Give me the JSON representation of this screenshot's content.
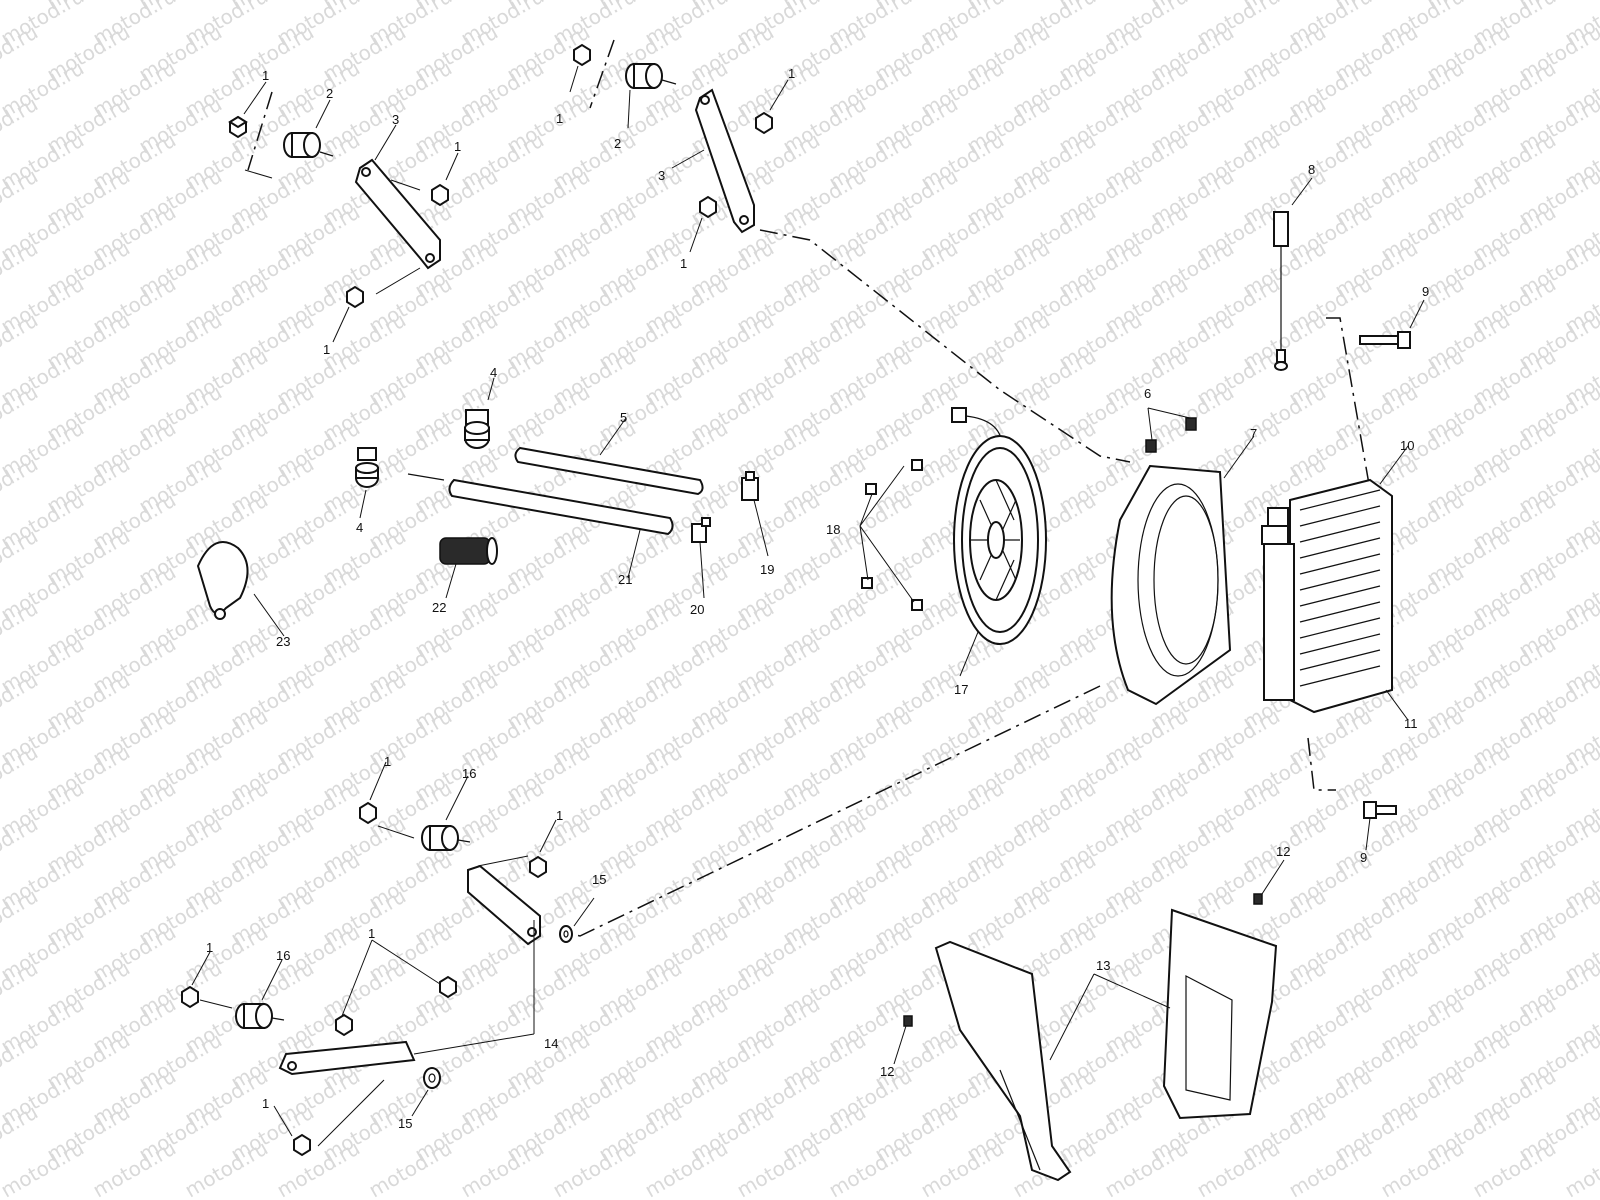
{
  "watermark": "motod.ru",
  "colors": {
    "ink": "#111111",
    "watermark": "#d9d9d9",
    "background": "#ffffff"
  },
  "callouts": [
    {
      "id": "c1a",
      "label": "1"
    },
    {
      "id": "c2a",
      "label": "2"
    },
    {
      "id": "c3a",
      "label": "3"
    },
    {
      "id": "c1b",
      "label": "1"
    },
    {
      "id": "c1c",
      "label": "1"
    },
    {
      "id": "c1d",
      "label": "1"
    },
    {
      "id": "c2b",
      "label": "2"
    },
    {
      "id": "c1e",
      "label": "1"
    },
    {
      "id": "c3b",
      "label": "3"
    },
    {
      "id": "c1f",
      "label": "1"
    },
    {
      "id": "c8",
      "label": "8"
    },
    {
      "id": "c9a",
      "label": "9"
    },
    {
      "id": "c4a",
      "label": "4"
    },
    {
      "id": "c5",
      "label": "5"
    },
    {
      "id": "c4b",
      "label": "4"
    },
    {
      "id": "c6",
      "label": "6"
    },
    {
      "id": "c7",
      "label": "7"
    },
    {
      "id": "c10",
      "label": "10"
    },
    {
      "id": "c18",
      "label": "18"
    },
    {
      "id": "c19",
      "label": "19"
    },
    {
      "id": "c20",
      "label": "20"
    },
    {
      "id": "c21",
      "label": "21"
    },
    {
      "id": "c22",
      "label": "22"
    },
    {
      "id": "c23",
      "label": "23"
    },
    {
      "id": "c17",
      "label": "17"
    },
    {
      "id": "c11",
      "label": "11"
    },
    {
      "id": "c1g",
      "label": "1"
    },
    {
      "id": "c16a",
      "label": "16"
    },
    {
      "id": "c1h",
      "label": "1"
    },
    {
      "id": "c15a",
      "label": "15"
    },
    {
      "id": "c9b",
      "label": "9"
    },
    {
      "id": "c12a",
      "label": "12"
    },
    {
      "id": "c1i",
      "label": "1"
    },
    {
      "id": "c16b",
      "label": "16"
    },
    {
      "id": "c1j",
      "label": "1"
    },
    {
      "id": "c13",
      "label": "13"
    },
    {
      "id": "c14",
      "label": "14"
    },
    {
      "id": "c12b",
      "label": "12"
    },
    {
      "id": "c1k",
      "label": "1"
    },
    {
      "id": "c15b",
      "label": "15"
    }
  ]
}
